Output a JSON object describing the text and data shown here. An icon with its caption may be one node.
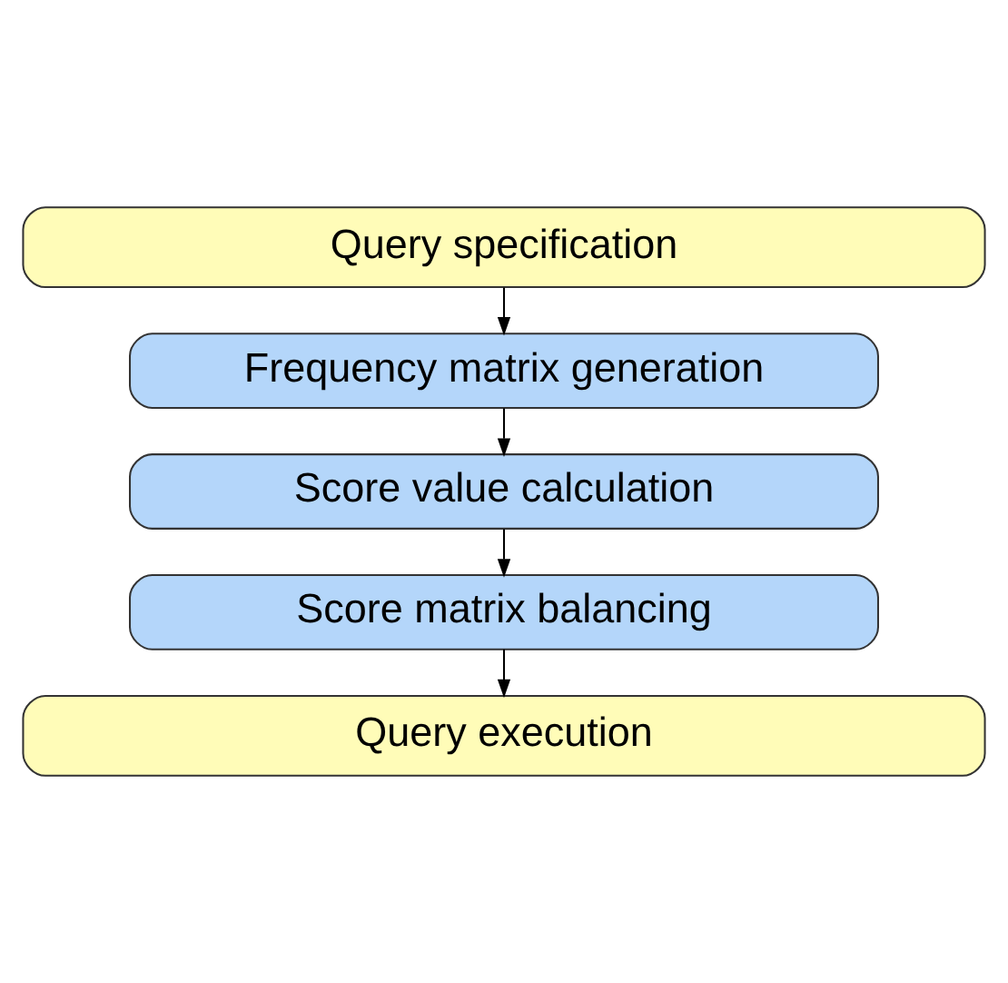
{
  "diagram": {
    "nodes": [
      {
        "text": [
          "Query specification"
        ]
      },
      {
        "text": [
          "Frequency matrix generation"
        ]
      },
      {
        "text": [
          "Score value calculation"
        ]
      },
      {
        "text": [
          "Score matrix balancing"
        ]
      },
      {
        "text": [
          "Query execution"
        ]
      }
    ],
    "edges": [
      {
        "from": 0,
        "to": 1,
        "arrow": "to"
      },
      {
        "from": 1,
        "to": 2,
        "arrow": "to"
      },
      {
        "from": 2,
        "to": 3,
        "arrow": "to"
      },
      {
        "from": 3,
        "to": 4,
        "arrow": "to"
      }
    ]
  }
}
